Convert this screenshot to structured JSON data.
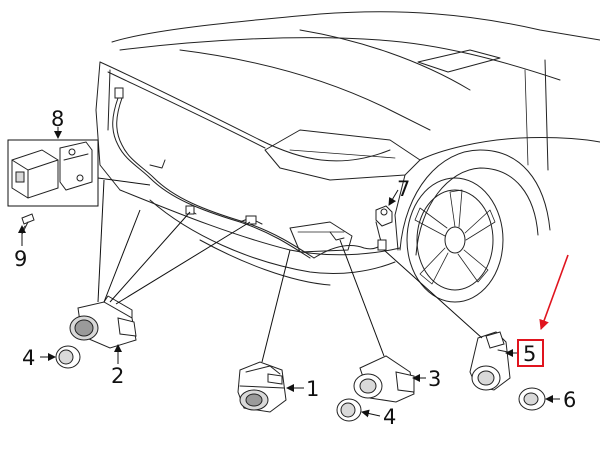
{
  "callouts": [
    {
      "id": "1",
      "label": "1"
    },
    {
      "id": "2",
      "label": "2"
    },
    {
      "id": "3",
      "label": "3"
    },
    {
      "id": "4a",
      "label": "4"
    },
    {
      "id": "4b",
      "label": "4"
    },
    {
      "id": "5",
      "label": "5"
    },
    {
      "id": "6",
      "label": "6"
    },
    {
      "id": "7",
      "label": "7"
    },
    {
      "id": "8",
      "label": "8"
    },
    {
      "id": "9",
      "label": "9"
    }
  ],
  "highlight": {
    "callout": "5",
    "color": "#e0141e"
  }
}
